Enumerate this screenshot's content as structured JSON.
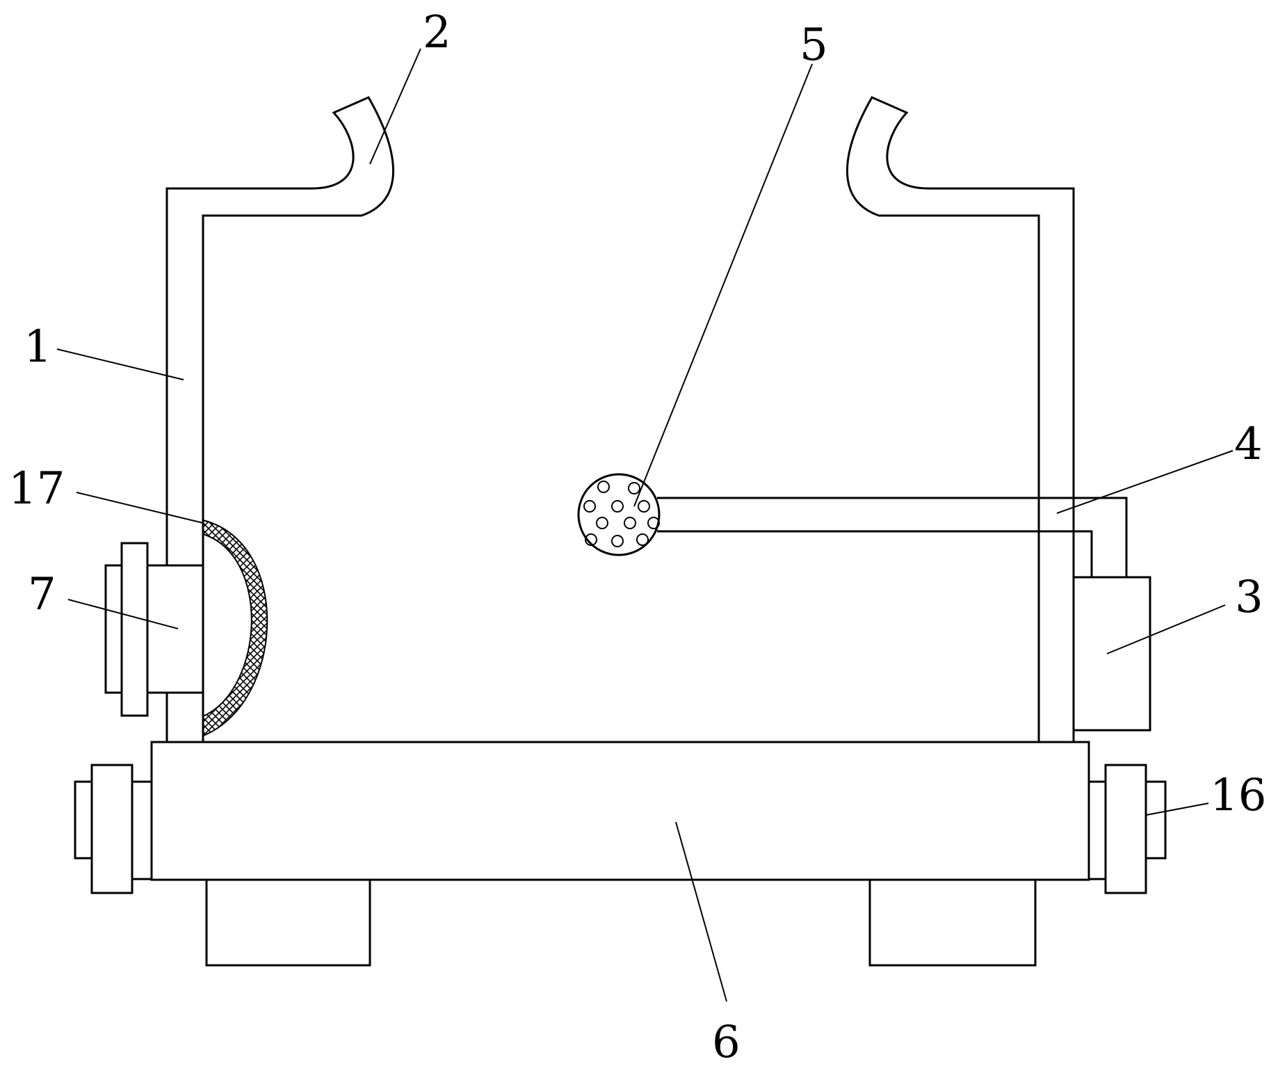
{
  "figure": {
    "callouts": [
      {
        "id": "c1",
        "label": "1"
      },
      {
        "id": "c2",
        "label": "2"
      },
      {
        "id": "c3",
        "label": "3"
      },
      {
        "id": "c4",
        "label": "4"
      },
      {
        "id": "c5",
        "label": "5"
      },
      {
        "id": "c6",
        "label": "6"
      },
      {
        "id": "c7",
        "label": "7"
      },
      {
        "id": "c16",
        "label": "16"
      },
      {
        "id": "c17",
        "label": "17"
      }
    ]
  }
}
